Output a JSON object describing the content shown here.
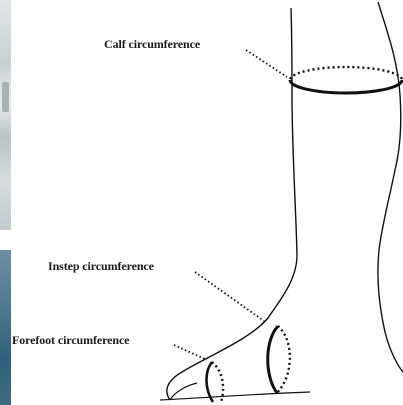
{
  "labels": {
    "calf": "Calf circumference",
    "instep": "Instep circumference",
    "forefoot": "Forefoot circumference"
  }
}
